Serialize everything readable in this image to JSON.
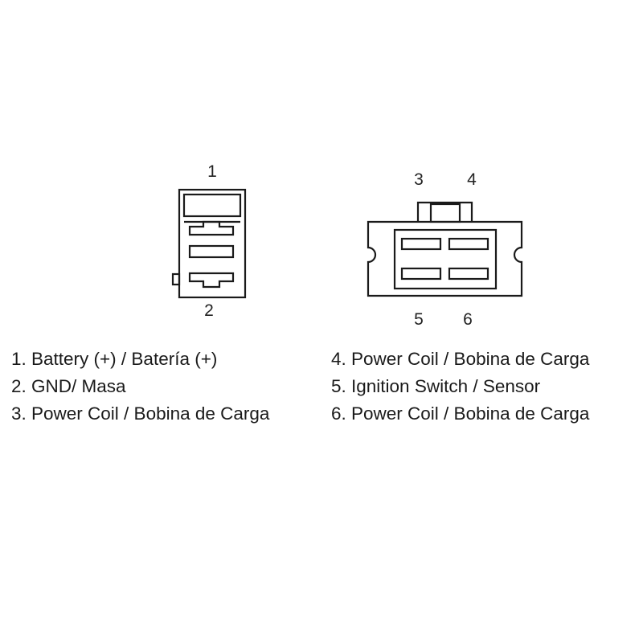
{
  "connector_a": {
    "pin_top": "1",
    "pin_bottom": "2"
  },
  "connector_b": {
    "pin_top_left": "3",
    "pin_top_right": "4",
    "pin_bottom_left": "5",
    "pin_bottom_right": "6"
  },
  "legend_left": [
    "1. Battery (+) / Batería (+)",
    "2. GND/ Masa",
    "3. Power Coil / Bobina de Carga"
  ],
  "legend_right": [
    "4. Power Coil / Bobina de Carga",
    "5. Ignition Switch / Sensor",
    "6. Power Coil / Bobina de Carga"
  ],
  "colors": {
    "stroke": "#1a1a1a",
    "background": "#ffffff"
  }
}
